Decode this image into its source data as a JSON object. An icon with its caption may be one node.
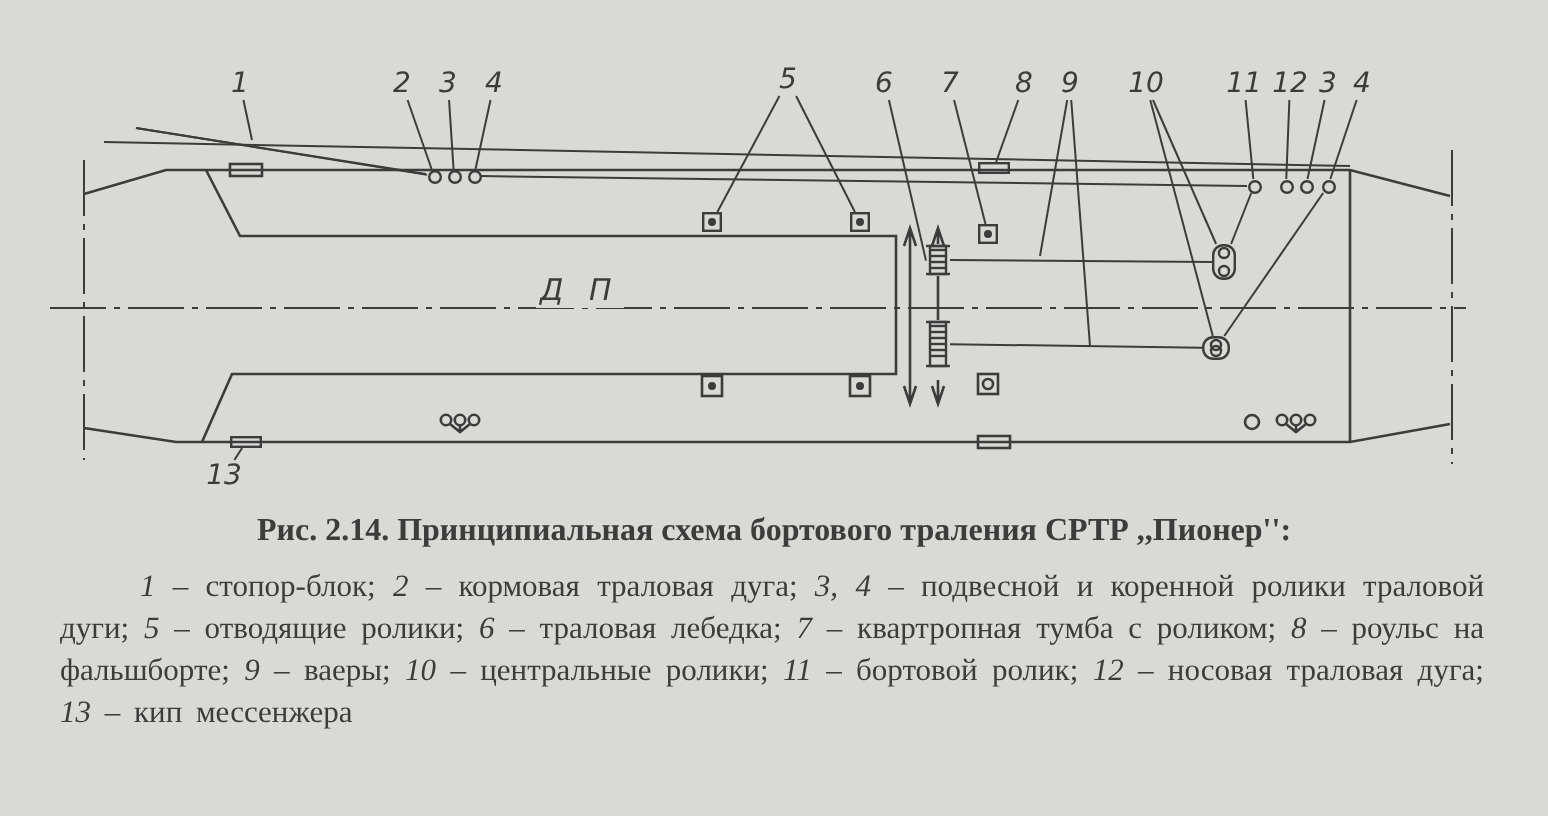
{
  "diagram": {
    "title": "Рис. 2.14. Принципиальная схема бортового траления СРТР ,,Пионер'':",
    "caption": "*1* – стопор-блок; *2* – кормовая траловая дуга; *3, 4* – подвесной и коренной ролики траловой дуги; *5* – отводящие ролики; *6* – траловая лебедка; *7* – квартропная тумба с роликом; *8* – роульс на фальшборте; *9* – ваеры; *10* – центральные ролики; *11* – бортовой ролик; *12* – носовая траловая дуга; *13* – кип мессенжера",
    "nodes": [
      {
        "text": [
          "1"
        ]
      },
      {
        "text": [
          "2"
        ]
      },
      {
        "text": [
          "3"
        ]
      },
      {
        "text": [
          "4"
        ]
      },
      {
        "text": [
          "5"
        ]
      },
      {
        "text": [
          "6"
        ]
      },
      {
        "text": [
          "7"
        ]
      },
      {
        "text": [
          "8"
        ]
      },
      {
        "text": [
          "9"
        ]
      },
      {
        "text": [
          "10"
        ]
      },
      {
        "text": [
          "11"
        ]
      },
      {
        "text": [
          "12"
        ]
      },
      {
        "text": [
          "3"
        ]
      },
      {
        "text": [
          "4"
        ]
      },
      {
        "text": [
          "13"
        ]
      },
      {
        "text": [],
        "shape": "circle"
      },
      {
        "text": [],
        "shape": "circle"
      },
      {
        "text": [],
        "shape": "circle"
      },
      {
        "text": [],
        "shape": "box"
      },
      {
        "text": [],
        "shape": "box"
      },
      {
        "text": [],
        "shape": "cylinder"
      },
      {
        "text": [],
        "shape": "box"
      },
      {
        "text": [],
        "shape": "box"
      },
      {
        "text": [],
        "shape": "bar"
      },
      {
        "text": [],
        "shape": "bar"
      },
      {
        "text": [],
        "shape": "circle"
      },
      {
        "text": [],
        "shape": "circle"
      },
      {
        "text": [],
        "shape": "circle"
      },
      {
        "text": [],
        "shape": "circle"
      },
      {
        "text": [],
        "shape": "box"
      },
      {
        "text": [],
        "shape": "cylinder"
      }
    ],
    "edges": [
      {
        "from": 0,
        "to": null,
        "arrow": "none"
      },
      {
        "from": 1,
        "to": 15,
        "arrow": "none"
      },
      {
        "from": 2,
        "to": 16,
        "arrow": "none"
      },
      {
        "from": 3,
        "to": 17,
        "arrow": "none"
      },
      {
        "from": 4,
        "to": 18,
        "arrow": "none"
      },
      {
        "from": 4,
        "to": 19,
        "arrow": "none"
      },
      {
        "from": 5,
        "to": 20,
        "arrow": "none"
      },
      {
        "from": 6,
        "to": 21,
        "arrow": "none"
      },
      {
        "from": 7,
        "to": 22,
        "arrow": "none"
      },
      {
        "from": 8,
        "to": null,
        "arrow": "none"
      },
      {
        "from": 8,
        "to": null,
        "arrow": "none"
      },
      {
        "from": 9,
        "to": 23,
        "arrow": "none"
      },
      {
        "from": 9,
        "to": 24,
        "arrow": "none"
      },
      {
        "from": 10,
        "to": 25,
        "arrow": "none"
      },
      {
        "from": 11,
        "to": 26,
        "arrow": "none"
      },
      {
        "from": 12,
        "to": 27,
        "arrow": "none"
      },
      {
        "from": 13,
        "to": 28,
        "arrow": "none"
      },
      {
        "from": 14,
        "to": 29,
        "arrow": "none"
      },
      {
        "from": 20,
        "to": 23,
        "arrow": "none"
      },
      {
        "from": 30,
        "to": 24,
        "arrow": "none"
      },
      {
        "from": 23,
        "to": 25,
        "arrow": "none"
      },
      {
        "from": 24,
        "to": 28,
        "arrow": "none"
      },
      {
        "from": 17,
        "to": 25,
        "arrow": "none"
      },
      {
        "from": null,
        "to": 15,
        "arrow": "none"
      }
    ],
    "labels": [
      "Д П"
    ]
  }
}
